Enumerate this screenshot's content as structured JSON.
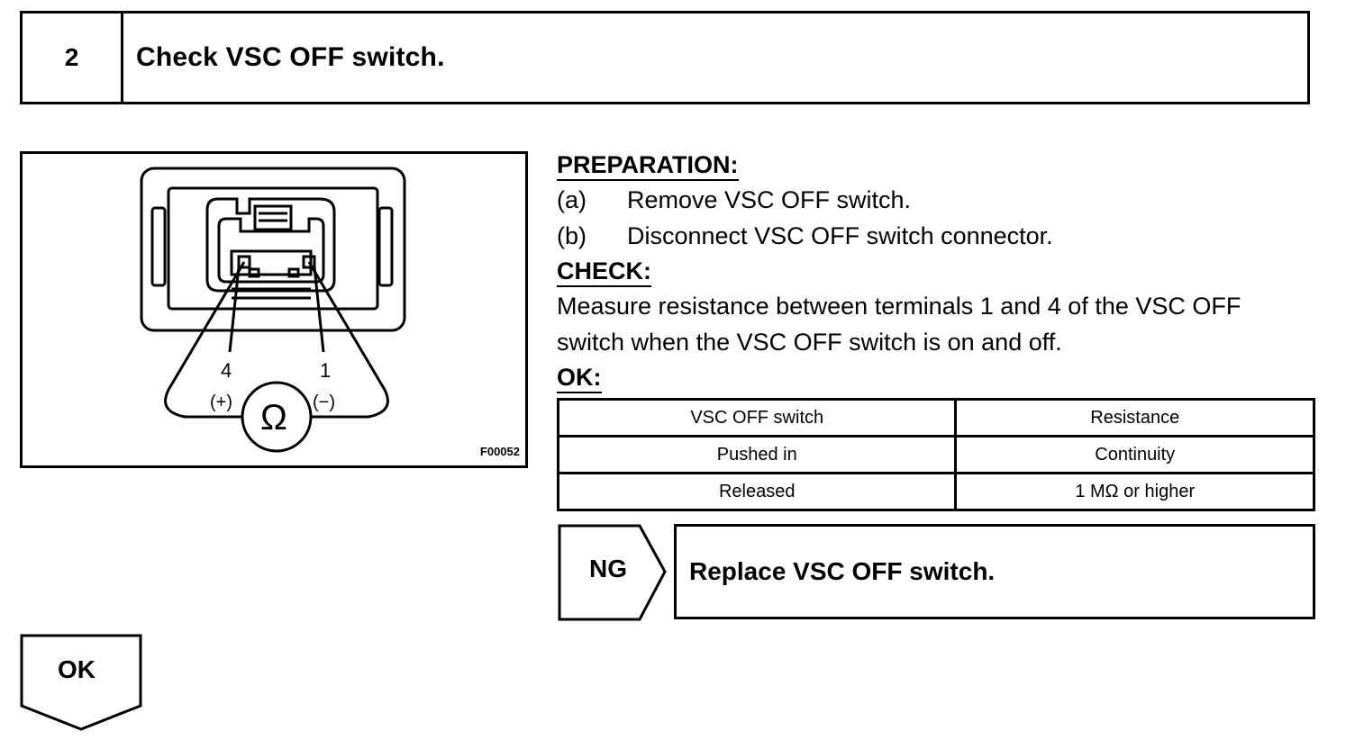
{
  "header": {
    "step_number": "2",
    "title": "Check VSC OFF switch."
  },
  "figure": {
    "terminal_4_label": "4",
    "terminal_1_label": "1",
    "plus_label": "(+)",
    "minus_label": "(−)",
    "ohm_symbol": "Ω",
    "figure_code": "F00052"
  },
  "preparation": {
    "heading": "PREPARATION:",
    "steps": [
      {
        "label": "(a)",
        "text": "Remove VSC OFF switch."
      },
      {
        "label": "(b)",
        "text": "Disconnect VSC OFF switch connector."
      }
    ]
  },
  "check": {
    "heading": "CHECK:",
    "lines": [
      "Measure resistance between terminals 1 and 4 of the VSC OFF",
      "switch when the VSC OFF switch is on and off."
    ]
  },
  "ok_spec": {
    "heading": "OK:",
    "columns": [
      "VSC OFF switch",
      "Resistance"
    ],
    "rows": [
      [
        "Pushed in",
        "Continuity"
      ],
      [
        "Released",
        "1 MΩ or higher"
      ]
    ]
  },
  "ng": {
    "label": "NG",
    "action": "Replace VSC OFF switch."
  },
  "ok_next": {
    "label": "OK"
  }
}
